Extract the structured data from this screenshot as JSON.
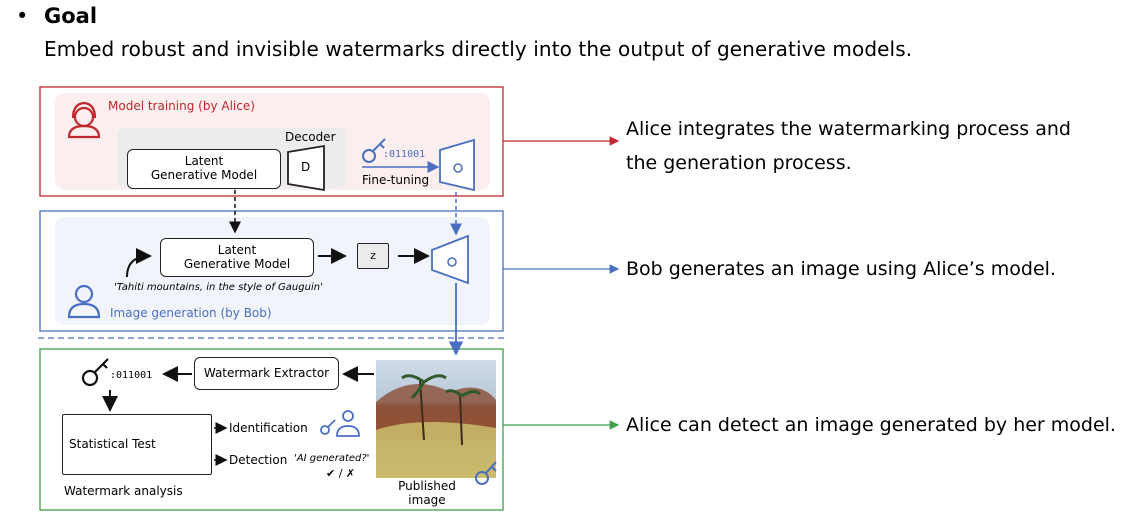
{
  "heading": {
    "bullet": "•",
    "title": "Goal",
    "text": "Embed robust and invisible watermarks directly into the output of generative models."
  },
  "training": {
    "label": "Model training (by Alice)",
    "decoder_label": "Decoder",
    "model_box": {
      "line1": "Latent",
      "line2": "Generative Model"
    },
    "decoder_box": "D",
    "bits": ":011001",
    "finetune_label": "Fine-tuning"
  },
  "generation": {
    "label": "Image generation (by Bob)",
    "model_box": {
      "line1": "Latent",
      "line2": "Generative Model"
    },
    "z_box": "z",
    "prompt": "'Tahiti mountains, in the style of Gauguin'"
  },
  "analysis": {
    "bits": ":011001",
    "extractor": "Watermark Extractor",
    "stat_test": "Statistical Test",
    "identification": "Identification",
    "detection": "Detection",
    "ai_question": "'AI generated?'",
    "verdict": "✔ / ✗",
    "label": "Watermark analysis",
    "published_line1": "Published",
    "published_line2": "image"
  },
  "side_notes": {
    "training": [
      "Alice integrates the watermarking process and",
      "the generation process."
    ],
    "generation": "Bob generates an image using Alice’s model.",
    "analysis": "Alice can detect an image generated by her model."
  },
  "colors": {
    "red": "#c0282e",
    "blue": "#4a6fc2",
    "green": "#3fa14a",
    "red_fill": "#fbeeee",
    "blue_fill": "#f1f4fb",
    "gray_fill": "#ececec"
  }
}
